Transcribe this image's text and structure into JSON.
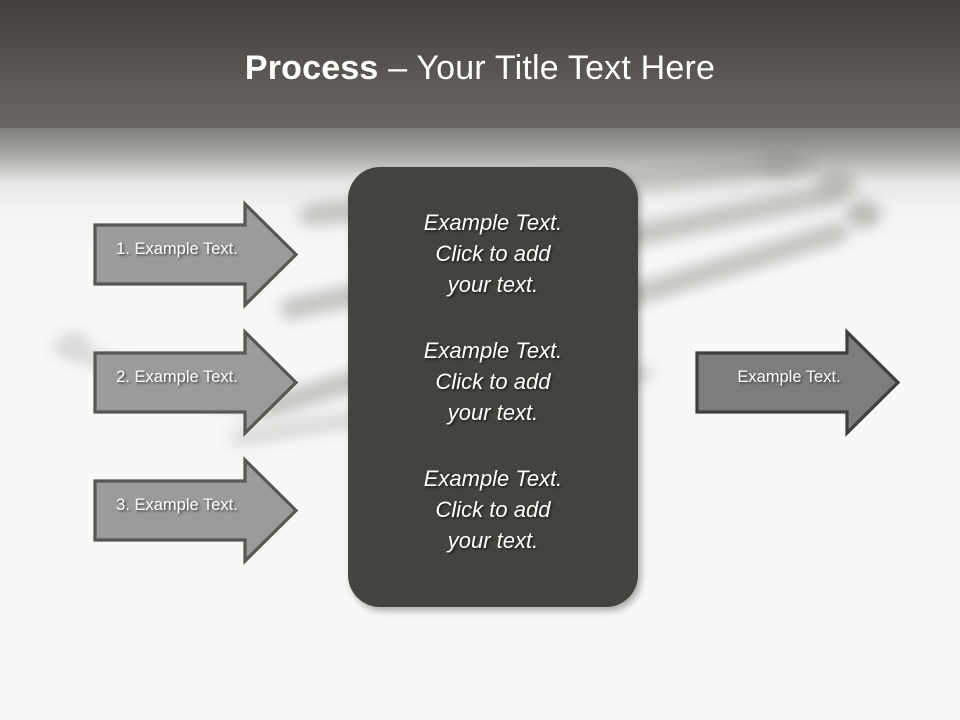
{
  "slide": {
    "title_strong": "Process",
    "title_rest": " – Your Title Text Here",
    "background_top_color": "#423f3a",
    "background_body_color": "#f8f8f7"
  },
  "panel": {
    "fill_color": "#45433e",
    "blocks": [
      "Example Text.\nClick  to add\nyour text.",
      "Example Text.\nClick  to add\nyour text.",
      "Example Text.\nClick  to add\nyour text."
    ]
  },
  "input_arrows": {
    "fill_color": "#9b9b9b",
    "border_color": "#575754",
    "items": [
      {
        "label": "1. Example Text."
      },
      {
        "label": "2. Example Text."
      },
      {
        "label": "3. Example Text."
      }
    ]
  },
  "output_arrow": {
    "fill_color": "#7d7d7d",
    "border_color": "#3f3f3d",
    "label": "Example Text."
  }
}
